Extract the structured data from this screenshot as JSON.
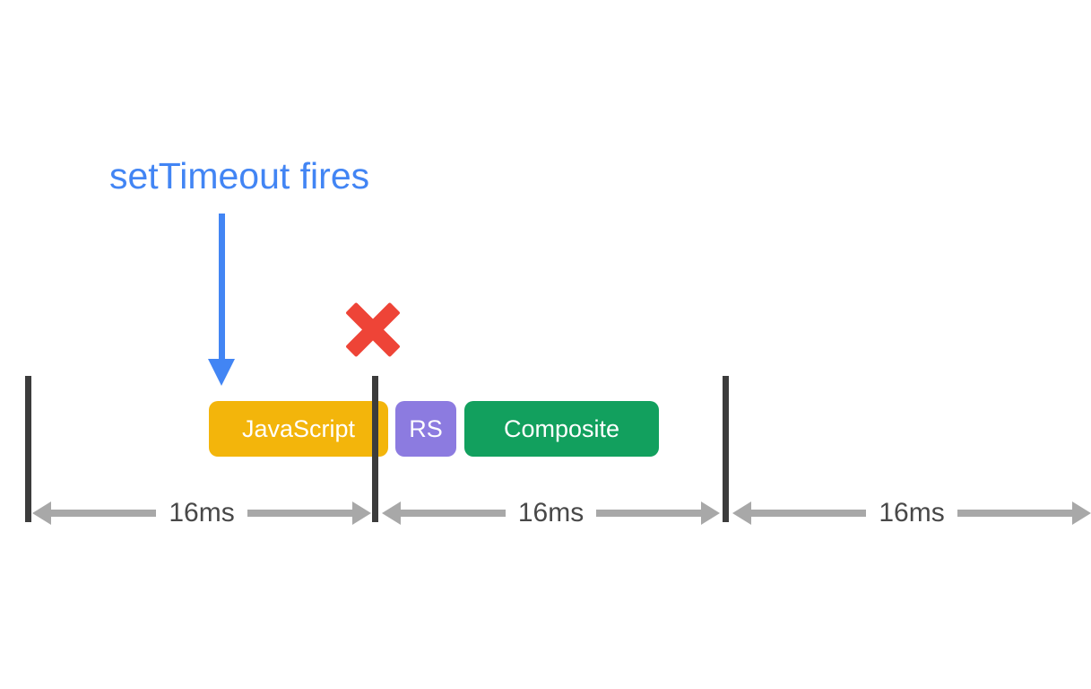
{
  "diagram": {
    "annotation": {
      "text": "setTimeout fires"
    },
    "blocks": [
      {
        "label": "JavaScript",
        "color": "#F3B50B"
      },
      {
        "label": "RS",
        "color": "#8C7BE0"
      },
      {
        "label": "Composite",
        "color": "#12A05E"
      }
    ],
    "measurements": [
      {
        "label": "16ms"
      },
      {
        "label": "16ms"
      },
      {
        "label": "16ms"
      }
    ],
    "colors": {
      "annotation_blue": "#4285F4",
      "blocked_red": "#EE4437",
      "frame_bar_dark": "#3C3C3C",
      "arrow_gray": "#A8A8A8",
      "label_gray": "#484848"
    }
  }
}
